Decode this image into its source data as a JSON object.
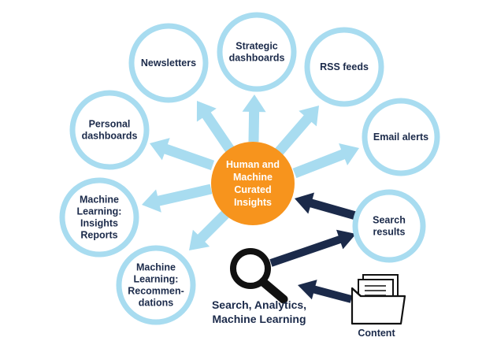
{
  "center": {
    "lines": [
      "Human and",
      "Machine",
      "Curated",
      "Insights"
    ]
  },
  "outputs": [
    {
      "id": "newsletters",
      "lines": [
        "Newsletters"
      ]
    },
    {
      "id": "strategic-dashboards",
      "lines": [
        "Strategic",
        "dashboards"
      ]
    },
    {
      "id": "rss-feeds",
      "lines": [
        "RSS feeds"
      ]
    },
    {
      "id": "email-alerts",
      "lines": [
        "Email alerts"
      ]
    },
    {
      "id": "personal-dashboards",
      "lines": [
        "Personal",
        "dashboards"
      ]
    },
    {
      "id": "ml-insights-reports",
      "lines": [
        "Machine",
        "Learning:",
        "Insights",
        "Reports"
      ]
    },
    {
      "id": "ml-recommendations",
      "lines": [
        "Machine",
        "Learning:",
        "Recommen-",
        "dations"
      ]
    }
  ],
  "search_results": {
    "lines": [
      "Search",
      "results"
    ]
  },
  "search_tool": {
    "lines": [
      "Search, Analytics,",
      "Machine Learning"
    ],
    "icon": "magnifier-icon"
  },
  "content": {
    "label": "Content",
    "icon": "document-folder-icon"
  },
  "colors": {
    "ring": "#a8dcf0",
    "ring_arrow": "#a8dcf0",
    "center": "#f7941d",
    "dark_arrow": "#1b2a4a",
    "text": "#1b2a4a"
  }
}
